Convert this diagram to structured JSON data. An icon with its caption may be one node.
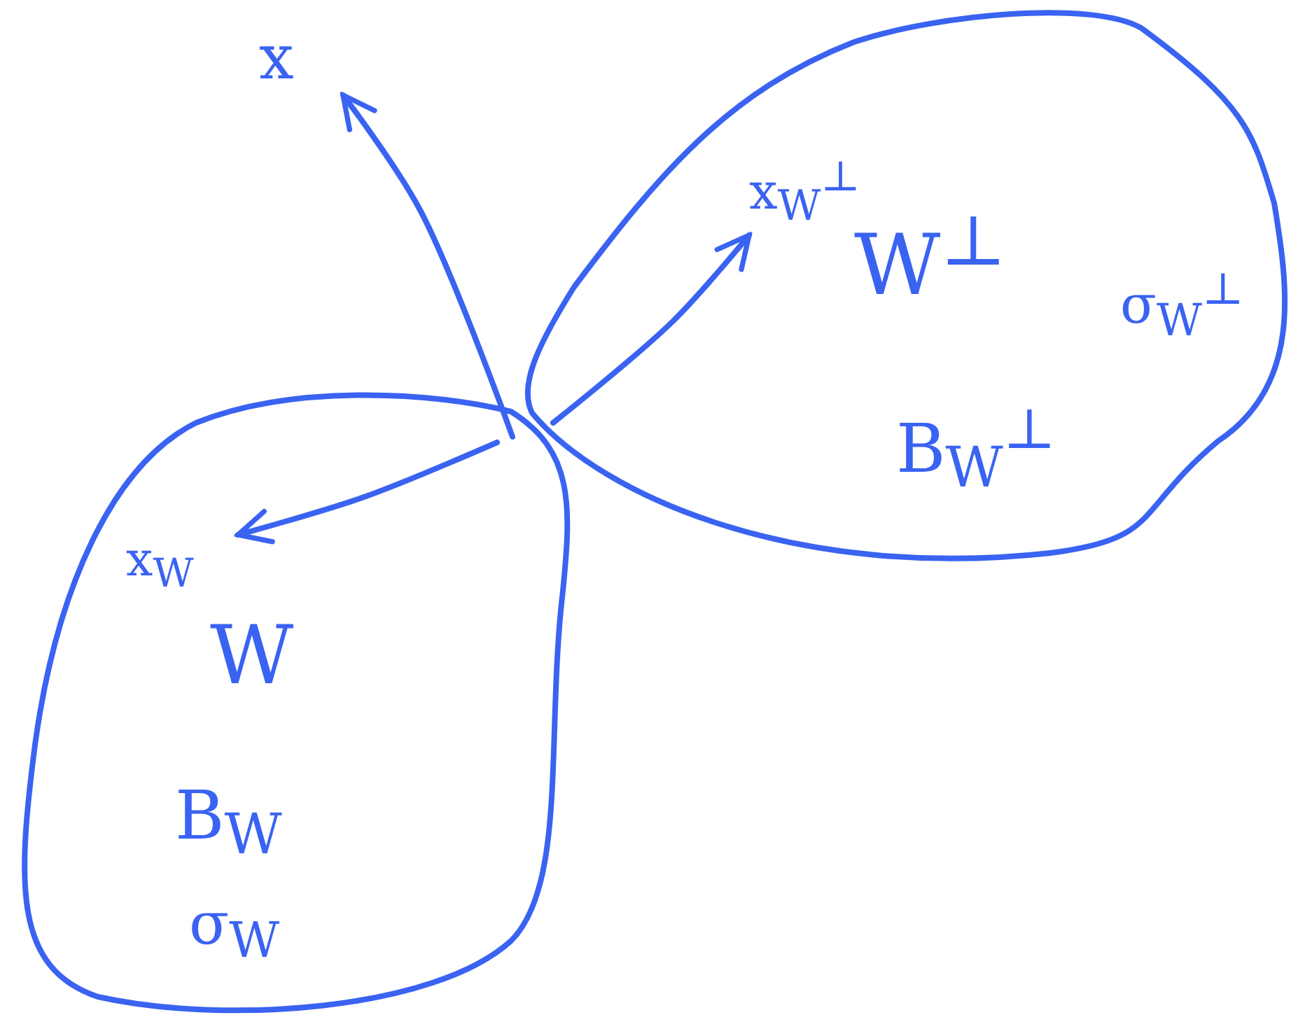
{
  "diagram": {
    "nodes": [
      {
        "text": [
          "W",
          "B$_{W}$",
          "σ$_{W}$"
        ]
      },
      {
        "text": [
          "x$_{W}$"
        ],
        "in": 0
      },
      {
        "text": [
          "W$^{⊥}$",
          "σ$_{W}$$^{⊥}$",
          "B$_{W}$$^{⊥}$"
        ]
      },
      {
        "text": [
          "x$_{W}$$^{⊥}$"
        ],
        "in": 2
      },
      {
        "text": [
          "x"
        ]
      }
    ],
    "edges": [
      {
        "from": null,
        "to": 4,
        "arrow": "to"
      },
      {
        "from": null,
        "to": 1,
        "arrow": "to"
      },
      {
        "from": null,
        "to": 3,
        "arrow": "to"
      }
    ]
  }
}
